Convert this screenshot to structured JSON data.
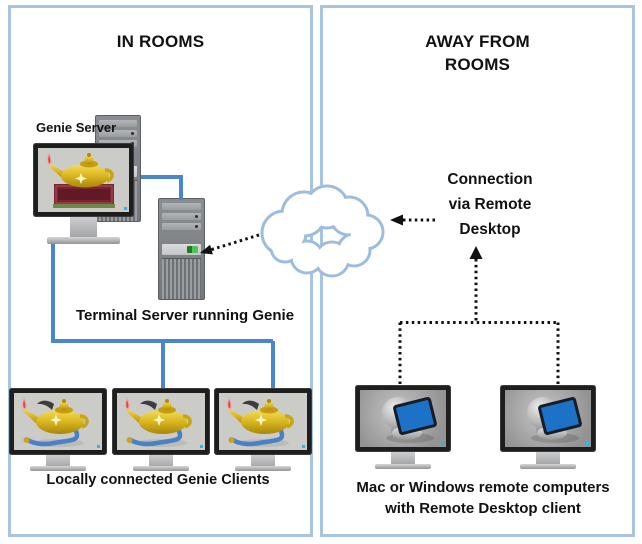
{
  "diagram": {
    "in_rooms": {
      "title": "IN ROOMS",
      "genie_server_label": "Genie Server",
      "terminal_server_label": "Terminal Server running Genie",
      "clients_label": "Locally connected Genie Clients"
    },
    "away_from_rooms": {
      "title_line1": "AWAY FROM",
      "title_line2": "ROOMS",
      "connection_line1": "Connection",
      "connection_line2": "via Remote",
      "connection_line3": "Desktop",
      "remote_line1": "Mac or Windows remote computers",
      "remote_line2": "with Remote Desktop client"
    },
    "icons": {
      "cloud": "network-cloud-icon",
      "genie_lamp_carpet": "genie-lamp-on-carpet-icon",
      "genie_lamp_hose": "genie-lamp-with-hose-icon",
      "remote_desktop": "remote-desktop-icon",
      "server_tower": "server-tower-icon",
      "monitor": "monitor-icon"
    },
    "colors": {
      "panel_border": "#a9c4e1",
      "cloud_outline": "#9dbcdf",
      "network_line": "#4a86c9",
      "dotted_line": "#111111",
      "text": "#111111",
      "lamp_gold": "#d9b520",
      "remote_screen_blue": "#1b72c6",
      "led_green": "#4fc45a",
      "power_led_blue": "#2bb6e6"
    }
  }
}
